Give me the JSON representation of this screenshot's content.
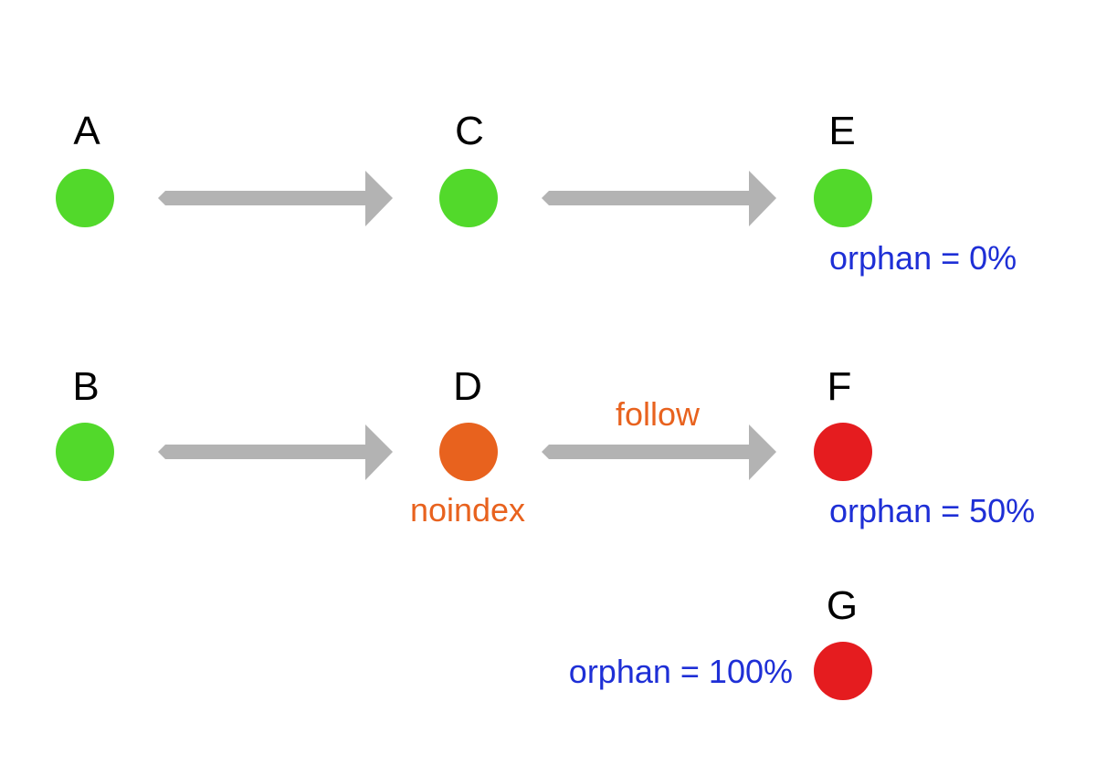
{
  "diagram": {
    "nodes": [
      {
        "id": "A",
        "label": "A",
        "color": "#52d92b"
      },
      {
        "id": "C",
        "label": "C",
        "color": "#52d92b"
      },
      {
        "id": "E",
        "label": "E",
        "color": "#52d92b"
      },
      {
        "id": "B",
        "label": "B",
        "color": "#52d92b"
      },
      {
        "id": "D",
        "label": "D",
        "color": "#e8621e",
        "annotation": "noindex"
      },
      {
        "id": "F",
        "label": "F",
        "color": "#e51c1f"
      },
      {
        "id": "G",
        "label": "G",
        "color": "#e51c1f"
      }
    ],
    "edges": [
      {
        "from": "A",
        "to": "C",
        "label": ""
      },
      {
        "from": "C",
        "to": "E",
        "label": ""
      },
      {
        "from": "B",
        "to": "D",
        "label": ""
      },
      {
        "from": "D",
        "to": "F",
        "label": "follow"
      }
    ],
    "orphan_labels": {
      "E": "orphan = 0%",
      "F": "orphan = 50%",
      "G": "orphan = 100%"
    },
    "colors": {
      "arrow": "#b3b3b3",
      "node_label": "#000000",
      "orphan_text": "#1e2fd6",
      "annotation_text": "#e8621e"
    }
  }
}
